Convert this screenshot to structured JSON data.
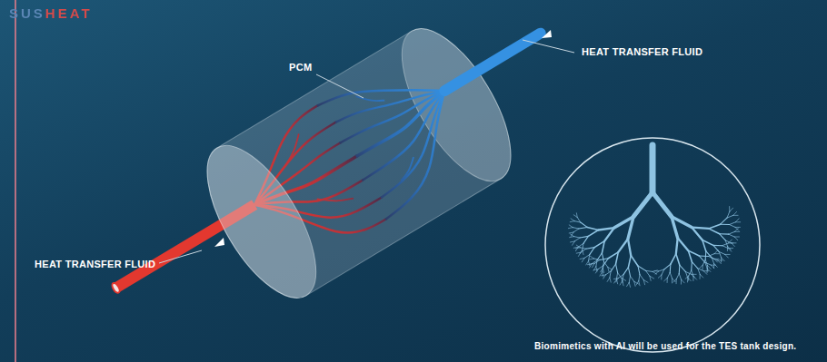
{
  "diagram": {
    "caption": "Biomimetics with AI will be used for the TES tank design.",
    "labels": [
      "SUSHEAT",
      "PCM",
      "HEAT TRANSFER FLUID",
      "HEAT TRANSFER FLUID"
    ]
  }
}
